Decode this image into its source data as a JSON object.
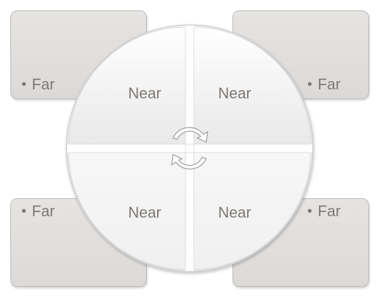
{
  "outer_items": [
    {
      "label": "Far"
    },
    {
      "label": "Far"
    },
    {
      "label": "Far"
    },
    {
      "label": "Far"
    }
  ],
  "quadrants": [
    {
      "label": "Near"
    },
    {
      "label": "Near"
    },
    {
      "label": "Near"
    },
    {
      "label": "Near"
    }
  ],
  "colors": {
    "box_fill": "#e0dedc",
    "text": "#7d7874",
    "circle_fill": "#f4f4f4"
  }
}
